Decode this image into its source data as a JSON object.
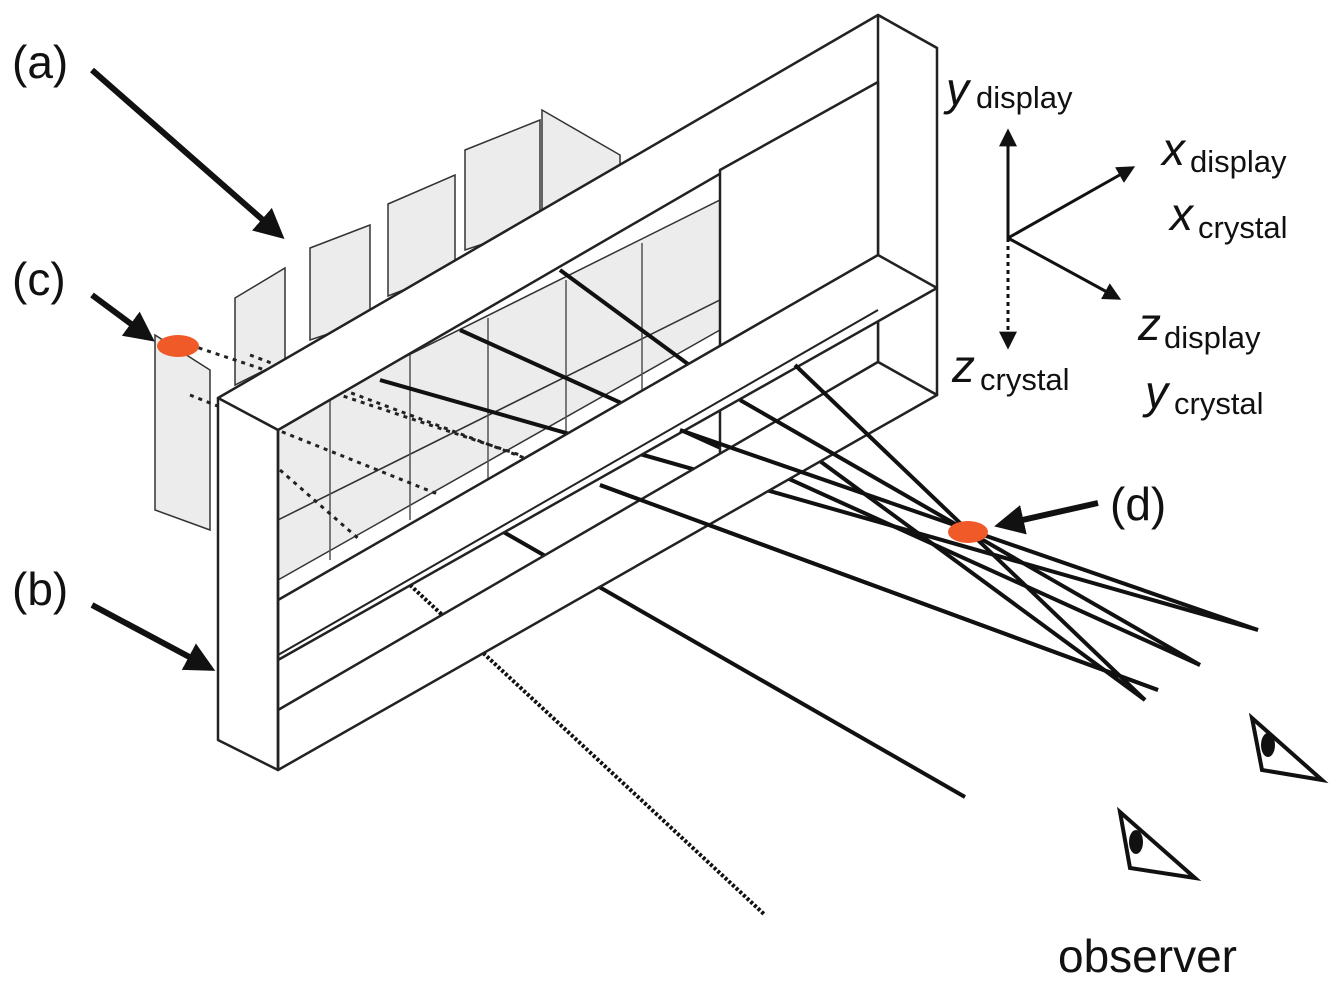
{
  "labels": {
    "a": "(a)",
    "b": "(b)",
    "c": "(c)",
    "d": "(d)",
    "observer": "observer"
  },
  "axes": {
    "y_display": {
      "base": "y",
      "sub": "display"
    },
    "x_display": {
      "base": "x",
      "sub": "display"
    },
    "x_crystal": {
      "base": "x",
      "sub": "crystal"
    },
    "z_display": {
      "base": "z",
      "sub": "display"
    },
    "y_crystal": {
      "base": "y",
      "sub": "crystal"
    },
    "z_crystal": {
      "base": "z",
      "sub": "crystal"
    }
  },
  "colors": {
    "marker": "#f05a28",
    "panel": "#ececec",
    "line": "#111111"
  },
  "icons": [
    "eye-icon",
    "eye-icon"
  ]
}
